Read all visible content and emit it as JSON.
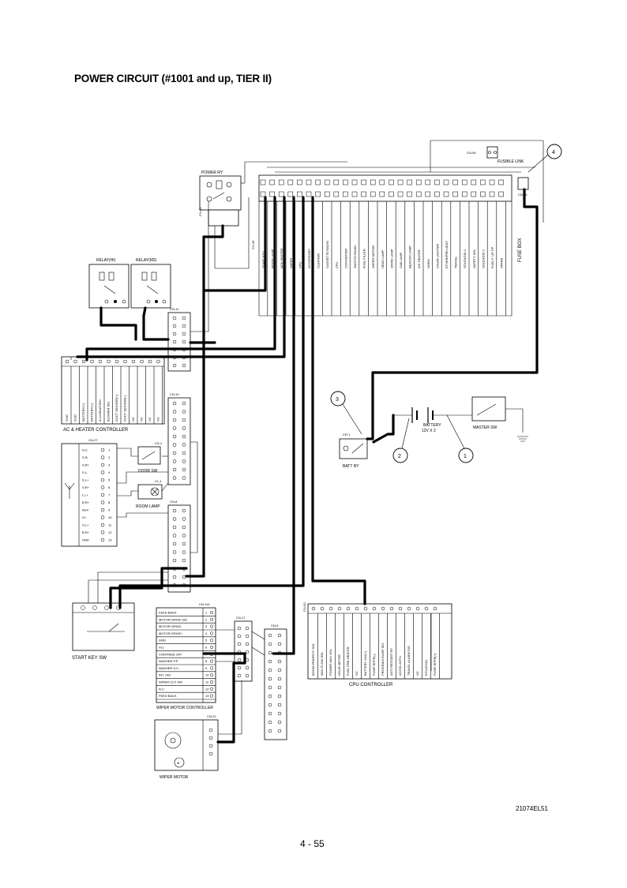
{
  "page": {
    "title": "POWER CIRCUIT (#1001 and up, TIER II)",
    "diagram_code": "21074EL51",
    "page_number": "4 - 55"
  },
  "components": {
    "power_ry": "POWER RY",
    "relay_hi": "RELAY(HI)",
    "relay_m2": "RELAY(M2)",
    "fuse_box": "FUSE BOX",
    "fusible_link": "FUSIBLE LINK",
    "ac_heater_controller": "AC & HEATER CONTROLLER",
    "door_sw": "DOOR SW",
    "room_lamp": "ROOM LAMP",
    "start_key_sw": "START KEY SW",
    "wiper_motor_controller": "WIPER MOTOR CONTROLLER",
    "wiper_motor": "WIPER MOTOR",
    "cpu_controller": "CPU CONTROLLER",
    "battery": "BATTERY",
    "battery_spec": "12V X 2",
    "master_sw": "MASTER SW",
    "batt_ry": "BATT RY"
  },
  "connectors": {
    "cn36": "CN-36",
    "cn60": "CN-60",
    "cn45": "CN-45",
    "cn11": "CN-11",
    "cn10": "CN-10",
    "cn27": "CN-27",
    "cs1": "CS-1",
    "cl1": "CL-1",
    "cn8": "CN-8",
    "cs2": "CS-2",
    "cn141": "CN-141",
    "cn17": "CN-17",
    "cn5": "CN-5",
    "cn50": "CN-50",
    "cn21": "CN-21",
    "cr1": "CR-1"
  },
  "callouts": [
    "1",
    "2",
    "3",
    "4"
  ],
  "fuse_labels": [
    "START KEY",
    "ROOM LAMP",
    "AC& HEATER",
    "WIPER",
    "CPU",
    "ACCESSORY",
    "CLEANER",
    "CASSETTE RADIO",
    "CPU",
    "CONVERTER",
    "SWITCH PANEL",
    "FUEL FILLER",
    "WIPER MOTOR",
    "HEAD LAMP",
    "WORK LAMP",
    "CAB LAMP",
    "BEACON LAMP",
    "A/C HEATER",
    "HORN",
    "CIGAR LIGHTER",
    "ETHER/PRE-HEAT",
    "TRAVEL",
    "SOLENOID 1",
    "SAFETY SOL",
    "SOLENOID 2",
    "FUEL F. UP PP",
    "SPARE"
  ],
  "ac_pins": [
    "GND",
    "GND",
    "BATTERY(+)",
    "BATTERY(+)",
    "ILLUMINATION",
    "BLOWER SIG",
    "DUCT SENSOR(+)",
    "DUCT SENSOR(-)",
    "NC",
    "NC",
    "NC",
    "NC"
  ],
  "cn27_pins": [
    "N.C",
    "S.R-",
    "S.R+",
    "S.L-",
    "S.L+",
    "S.R+",
    "L.L+",
    "B.R+",
    "AUX",
    "G+",
    "S.L+",
    "B.R+",
    "GND"
  ],
  "wiper_pins": [
    "FEED BACK",
    "MOTOR DRIVE SIG",
    "MOTOR DRIVE-",
    "MOTOR DRIVE+",
    "GND",
    "Vcc",
    "CONTINUE 24V",
    "WASHER P.P",
    "WASHER S.C.",
    "INT. SIG",
    "WIPER CUT SW",
    "N.C",
    "FEED BACK"
  ],
  "cpu_pins": [
    "BOOM PRIORITY SOL",
    "MAX FLOW SOL",
    "POWER MAX SOL",
    "HOUR METER",
    "FUEL PRE-HEATER",
    "NC",
    "BATTERY 24V(+)",
    "PUMP EPPR(-)",
    "PROGRAM DUMP SIG",
    "ANTI RESTART RY",
    "ACCEL ACTU",
    "TRAVEL ALARM SIG",
    "NC",
    "ECU(GND)",
    "PUMP EPPR(+)"
  ]
}
